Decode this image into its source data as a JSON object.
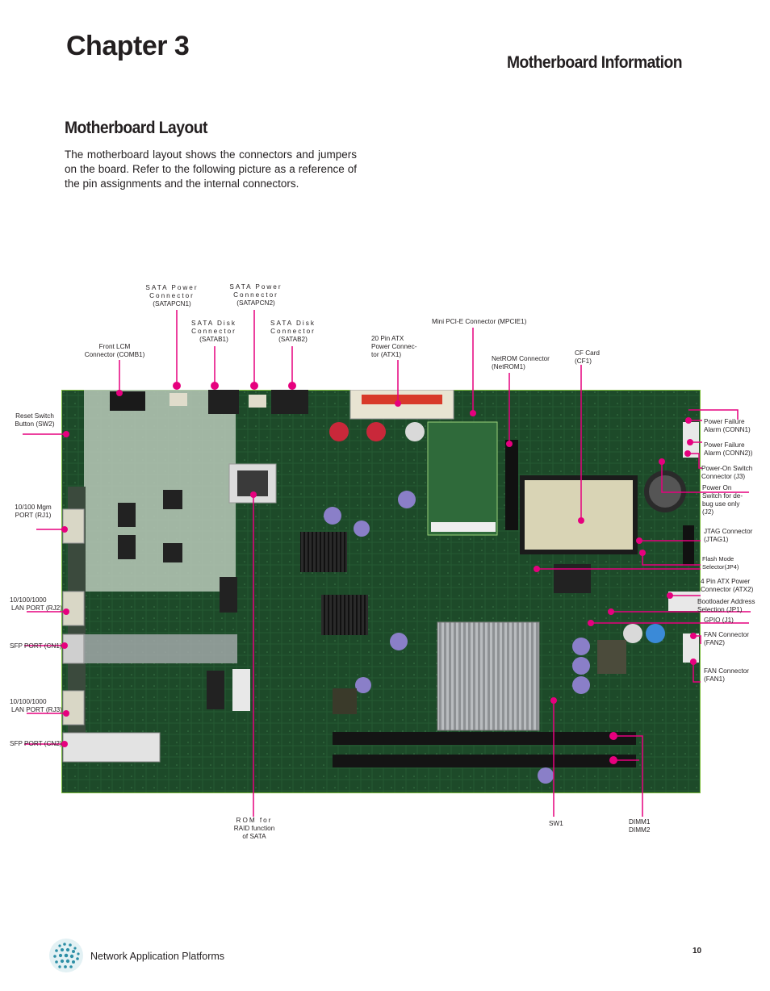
{
  "chapter": "Chapter 3",
  "section_title": "Motherboard Information",
  "subsection_title": "Motherboard Layout",
  "intro": "The motherboard layout shows the connectors and jumpers on the board. Refer to the following picture as a reference of the pin assignments and the internal connectors.",
  "labels": {
    "satapcn1_a": "SATA Power",
    "satapcn1_b": "Connector",
    "satapcn1_c": "(SATAPCN1)",
    "satapcn2_a": "SATA Power",
    "satapcn2_b": "Connector",
    "satapcn2_c": "(SATAPCN2)",
    "satab1_a": "SATA Disk",
    "satab1_b": "Connector",
    "satab1_c": "(SATAB1)",
    "satab2_a": "SATA Disk",
    "satab2_b": "Connector",
    "satab2_c": "(SATAB2)",
    "comb1_a": "Front LCM",
    "comb1_b": "Connector (COMB1)",
    "atx1_a": "20 Pin ATX",
    "atx1_b": "Power Connec-",
    "atx1_c": "tor (ATX1)",
    "mpcie1": "Mini PCI-E Connector (MPCIE1)",
    "netrom_a": "NetROM Connector",
    "netrom_b": "(NetROM1)",
    "cf1_a": "CF  Card",
    "cf1_b": "(CF1)",
    "sw2_a": "Reset  Switch",
    "sw2_b": "Button (SW2)",
    "rj1_a": "10/100  Mgm",
    "rj1_b": "PORT (RJ1)",
    "rj2_a": "10/100/1000",
    "rj2_b": "LAN PORT (RJ2)",
    "cn1": "SFP PORT (CN1)",
    "rj3_a": "10/100/1000",
    "rj3_b": "LAN PORT (RJ3)",
    "cn2": "SFP PORT (CN2)",
    "conn1_a": "Power Failure",
    "conn1_b": "Alarm (CONN1)",
    "conn2_a": "Power Failure",
    "conn2_b": "Alarm (CONN2))",
    "j3_a": "Power-On Switch",
    "j3_b": "Connector (J3)",
    "j2_a": "Power On",
    "j2_b": "Switch for de-",
    "j2_c": "bug use only",
    "j2_d": "(J2)",
    "jtag_a": "JTAG Connector",
    "jtag_b": "(JTAG1)",
    "jp4_a": "Flash Mode",
    "jp4_b": "Selector(JP4)",
    "atx2_a": "4 Pin ATX Power",
    "atx2_b": "Connector (ATX2)",
    "jp1_a": "Bootloader Address",
    "jp1_b": "Selection (JP1)",
    "j1": "GPIO (J1)",
    "fan2_a": "FAN Connector",
    "fan2_b": "(FAN2)",
    "fan1_a": "FAN Connector",
    "fan1_b": "(FAN1)",
    "rom_a": "ROM for",
    "rom_b": "RAID function",
    "rom_c": "of SATA",
    "sw1": "SW1",
    "dimm1": "DIMM1",
    "dimm2": "DIMM2"
  },
  "footer": {
    "text": "Network Application Platforms",
    "page_number": "10"
  },
  "colors": {
    "callout": "#e6007e",
    "pcb": "#1f4d2b",
    "board_border": "#7fbf3f"
  }
}
